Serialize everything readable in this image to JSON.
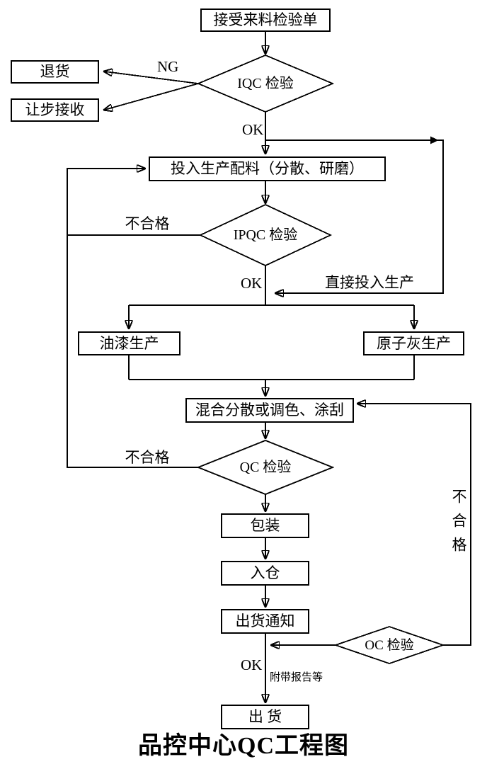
{
  "title": "品控中心QC工程图",
  "nodes": {
    "receive": "接受来料检验单",
    "iqc": "IQC 检验",
    "return_goods": "退货",
    "concession": "让步接收",
    "feeding": "投入生产配料（分散、研磨）",
    "ipqc": "IPQC 检验",
    "paint": "油漆生产",
    "putty": "原子灰生产",
    "mixing": "混合分散或调色、涂刮",
    "qc": "QC 检验",
    "packing": "包装",
    "warehousing": "入仓",
    "ship_notice": "出货通知",
    "oc": "OC 检验",
    "shipping": "出 货"
  },
  "edge_labels": {
    "ng": "NG",
    "ok_iqc": "OK",
    "ok_ipqc": "OK",
    "ok_oc": "OK",
    "unqualified_ipqc": "不合格",
    "unqualified_qc": "不合格",
    "unqualified_oc": "不合格",
    "direct_to_production": "直接投入生产",
    "attached_report": "附带报告等"
  },
  "colors": {
    "line": "#000000",
    "background": "#ffffff"
  }
}
